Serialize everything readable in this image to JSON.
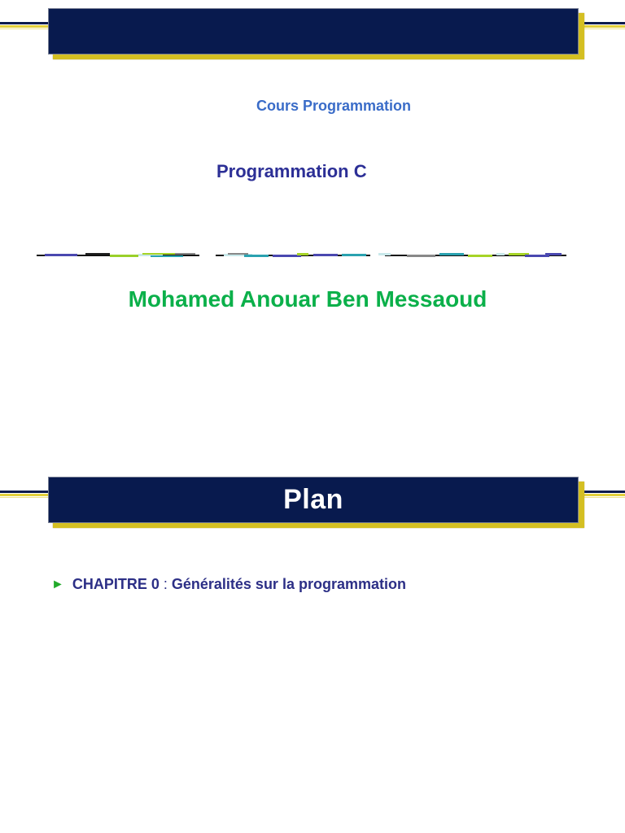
{
  "slide1": {
    "banner_title": "",
    "subtitle": "Cours Programmation",
    "course_title": "Programmation C",
    "author": "Mohamed Anouar Ben Messaoud"
  },
  "slide2": {
    "banner_title": "Plan",
    "items": [
      {
        "bullet": "►",
        "chapter": "CHAPITRE 0",
        "separator": ":",
        "title": "Généralités sur la programmation"
      }
    ]
  },
  "colors": {
    "banner_navy": "#081a4e",
    "banner_gold": "#d4bf22",
    "subtitle_blue": "#3a6cc8",
    "title_indigo": "#2c2f96",
    "author_green": "#0bb04a",
    "bullet_green": "#22aa2a"
  }
}
